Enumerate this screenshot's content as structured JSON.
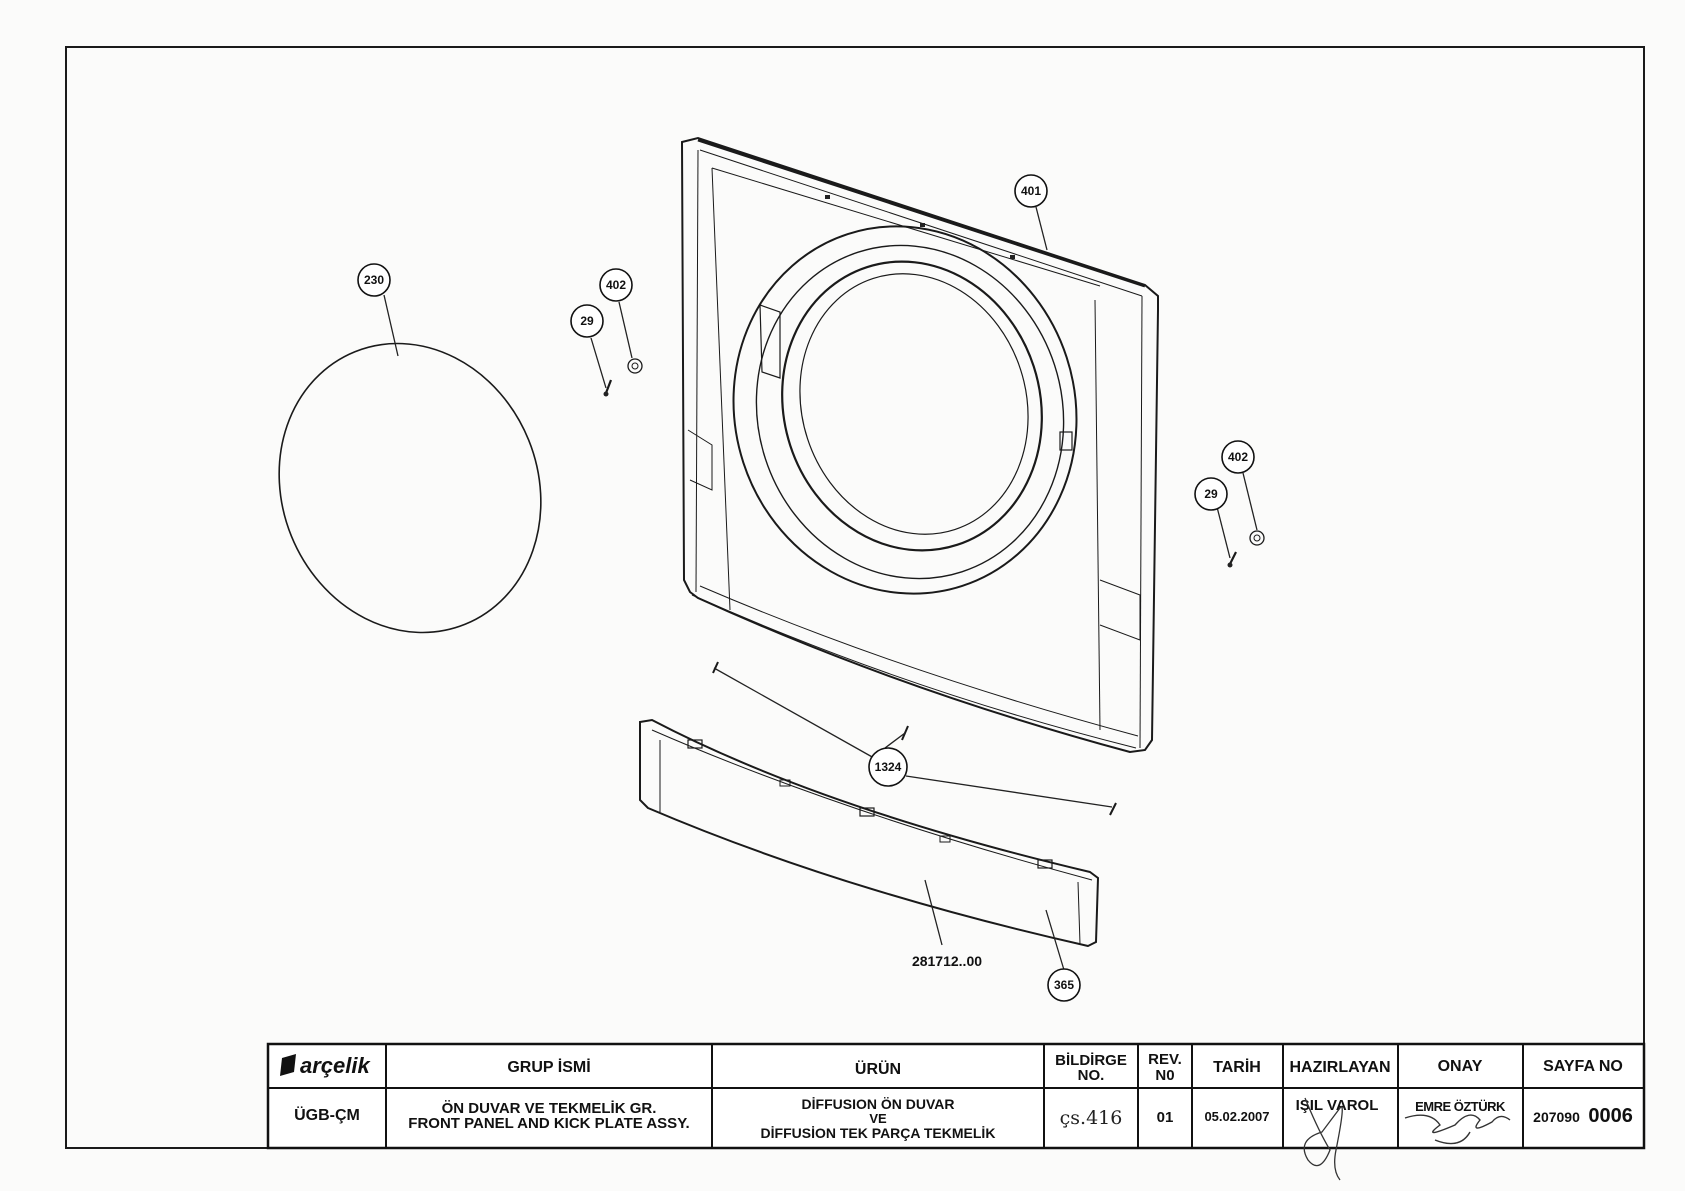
{
  "balloons": [
    {
      "id": "230"
    },
    {
      "id": "402"
    },
    {
      "id": "29"
    },
    {
      "id": "401"
    },
    {
      "id": "402"
    },
    {
      "id": "29"
    },
    {
      "id": "1324"
    },
    {
      "id": "365"
    }
  ],
  "part_number_label": "281712..00",
  "title_block": {
    "logo_text": "arçelik",
    "headers": {
      "group_name": "GRUP İSMİ",
      "product": "ÜRÜN",
      "notice_no_line1": "BİLDİRGE",
      "notice_no_line2": "NO.",
      "rev_no_line1": "REV.",
      "rev_no_line2": "N0",
      "date": "TARİH",
      "prepared_by": "HAZIRLAYAN",
      "approval": "ONAY",
      "page_no": "SAYFA NO"
    },
    "values": {
      "department": "ÜGB-ÇM",
      "group_name_tr": "ÖN DUVAR VE TEKMELİK GR.",
      "group_name_en": "FRONT PANEL AND KICK PLATE ASSY.",
      "product_line1": "DİFFUSION ÖN DUVAR",
      "product_line2": "VE",
      "product_line3": "DİFFUSİON TEK PARÇA TEKMELİK",
      "notice_no": "çs.416",
      "rev_no": "01",
      "date": "05.02.2007",
      "prepared_by": "IŞIL VAROL",
      "approval": "EMRE ÖZTÜRK",
      "page_no_prefix": "207090",
      "page_no_main": "0006"
    }
  }
}
